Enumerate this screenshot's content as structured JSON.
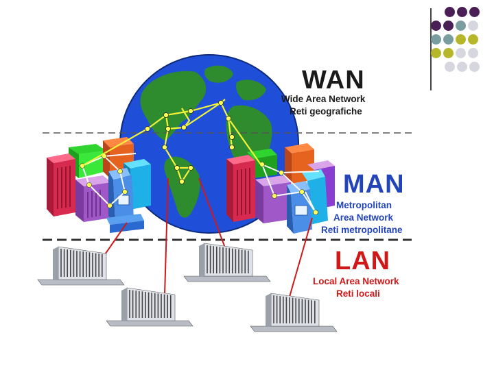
{
  "decoration": {
    "dot_colors": [
      "#4a1f55",
      "#7a9ea0",
      "#b6b62a",
      "#d6d6de"
    ],
    "dot_grid": [
      [
        "#4a1f55",
        "#4a1f55",
        "#4a1f55"
      ],
      [
        "#4a1f55",
        "#4a1f55",
        "#7a9ea0",
        "#d6d6de"
      ],
      [
        "#7a9ea0",
        "#7a9ea0",
        "#b6b62a",
        "#b6b62a"
      ],
      [
        "#b6b62a",
        "#b6b62a",
        "#d6d6de",
        "#d6d6de"
      ],
      [
        "#d6d6de",
        "#d6d6de",
        "#d6d6de"
      ]
    ]
  },
  "wan": {
    "title": "WAN",
    "line1": "Wide Area Network",
    "line2": "Reti geografiche"
  },
  "man": {
    "title": "MAN",
    "line1": "Metropolitan",
    "line2": "Area Network",
    "line3": "Reti metropolitane"
  },
  "lan": {
    "title": "LAN",
    "line1": "Local Area Network",
    "line2": "Reti locali"
  },
  "colors": {
    "ocean": "#1f4fd8",
    "land": "#2e8b2e",
    "wan_link": "#f4f43a",
    "man_link": "#ffffff",
    "lan_link": "#d01818",
    "label_dark": "#1a1a1a",
    "label_man": "#2244bb",
    "label_lan": "#d01818"
  }
}
